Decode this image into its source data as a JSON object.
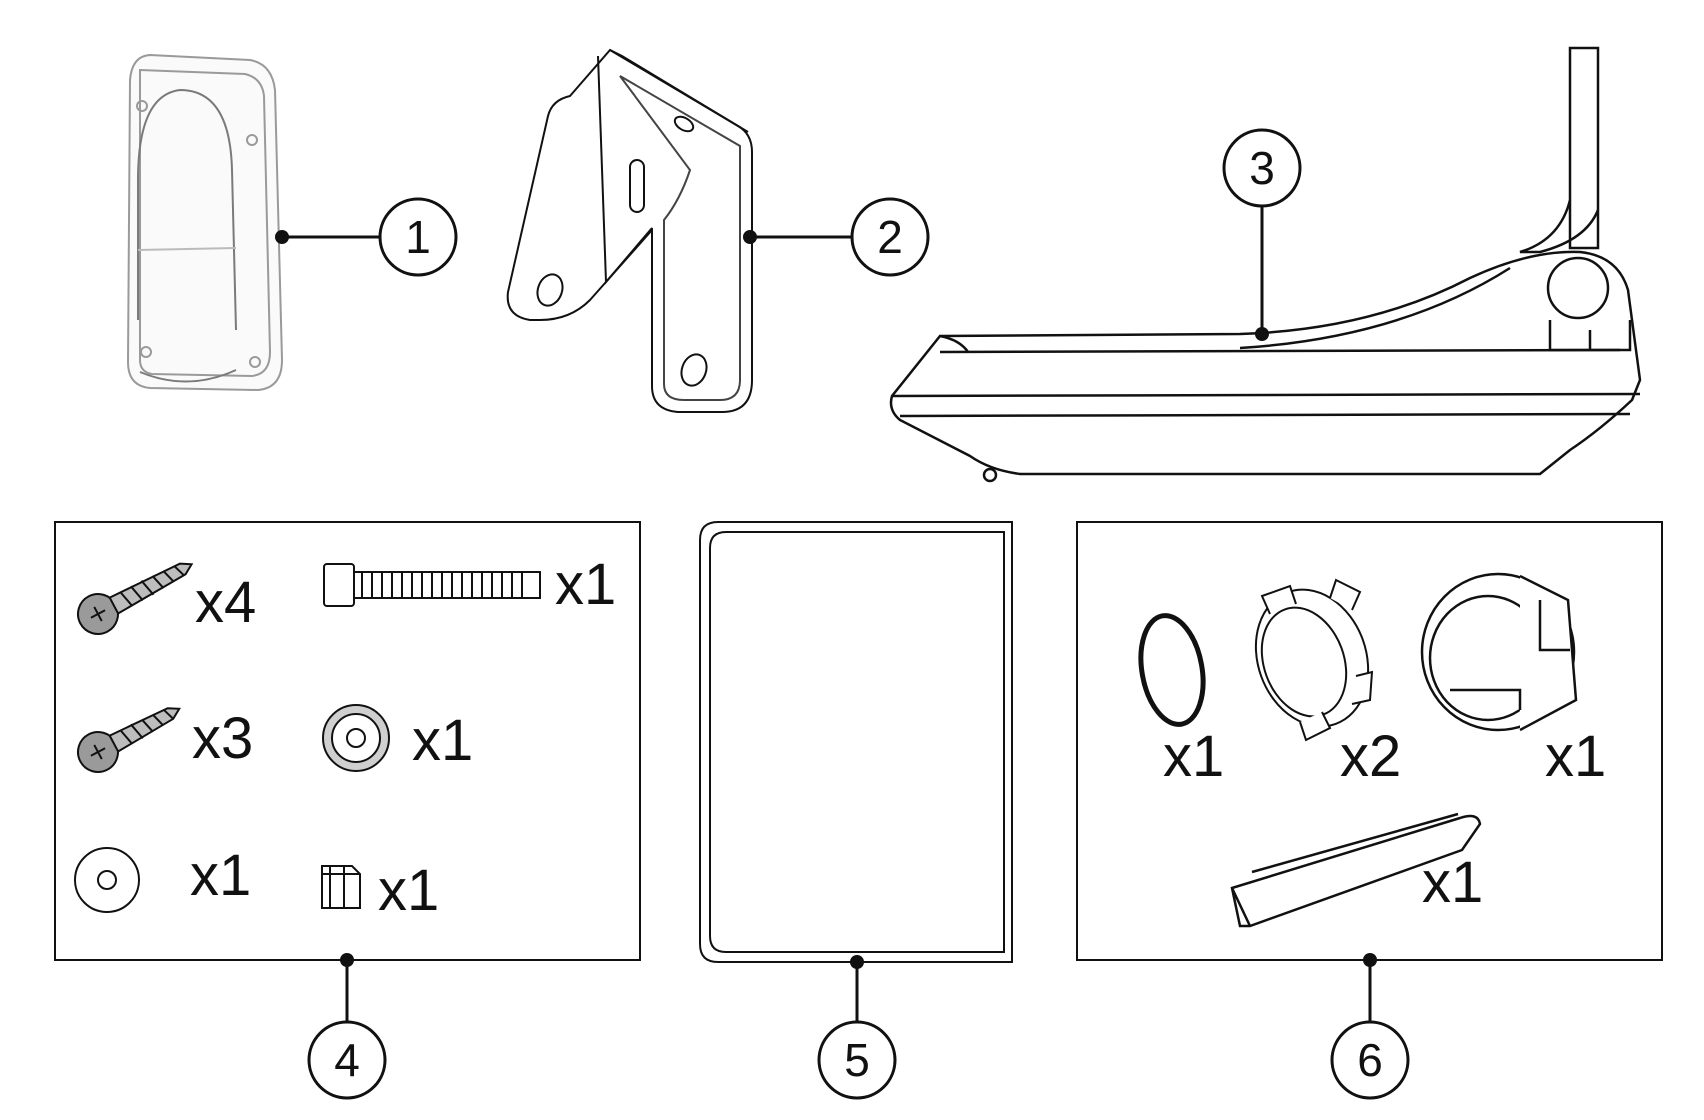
{
  "colors": {
    "line": "#111111",
    "light_line": "#8a8a8a",
    "background": "#ffffff",
    "soft_fill": "#f2f2f2",
    "screw_fill": "#9a9a9a"
  },
  "callouts": {
    "c1": "1",
    "c2": "2",
    "c3": "3",
    "c4": "4",
    "c5": "5",
    "c6": "6"
  },
  "hardware_box": {
    "screw_long_qty": "x4",
    "bolt_qty": "x1",
    "screw_short_qty": "x3",
    "lock_washer_qty": "x1",
    "flat_washer_qty": "x1",
    "nut_qty": "x1"
  },
  "adapter_box": {
    "o_ring_qty": "x1",
    "split_ring_qty": "x2",
    "sleeve_qty": "x1",
    "shim_qty": "x1"
  }
}
